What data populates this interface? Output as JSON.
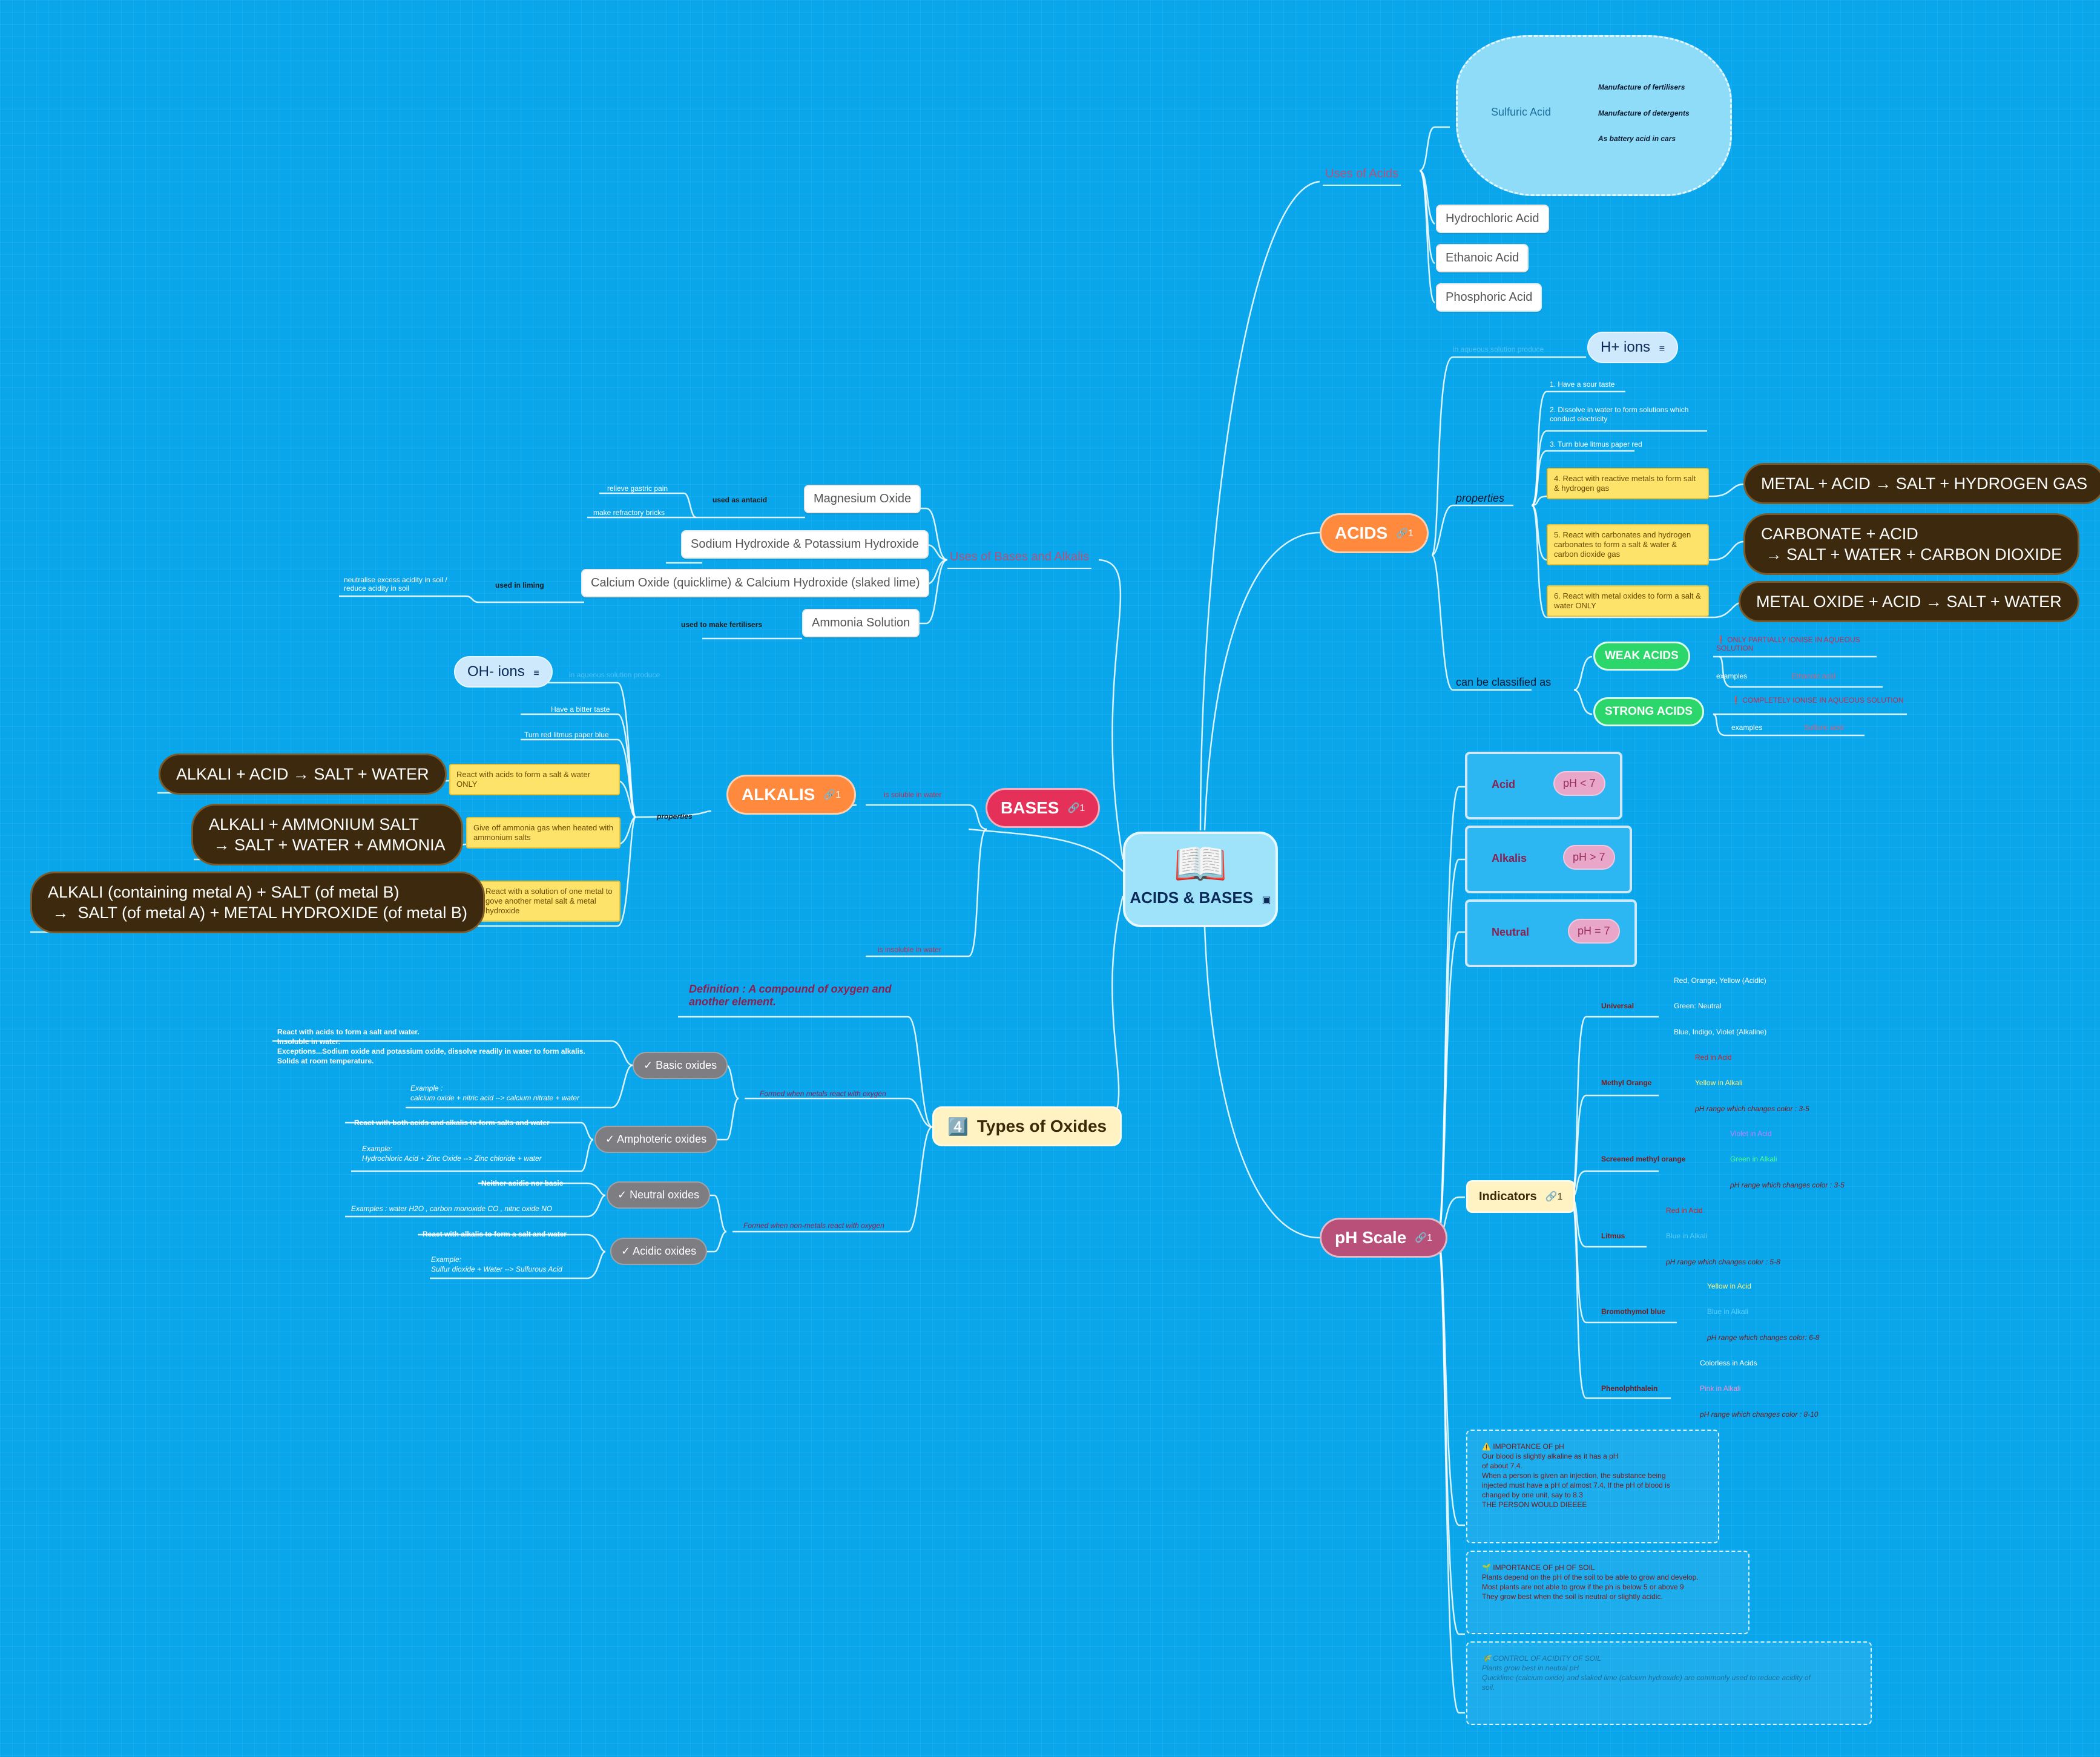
{
  "root": {
    "title": "ACIDS & BASES"
  },
  "acids": {
    "label": "ACIDS",
    "badge": "1",
    "uses": {
      "label": "Uses of Acids",
      "sulfuric": "Sulfuric Acid",
      "sulfuric_uses": [
        "Manufacture of fertilisers",
        "Manufacture of detergents",
        "As battery acid in cars"
      ],
      "others": [
        "Hydrochloric Acid",
        "Ethanoic Acid",
        "Phosphoric Acid"
      ]
    },
    "ions_hint": "in aqueous solution produce",
    "ions": "H+  ions",
    "properties_label": "properties",
    "properties": [
      "1. Have a sour taste",
      "2. Dissolve in water to form solutions which conduct electricity",
      "3. Turn blue litmus paper red",
      "4. React with reactive metals to form salt & hydrogen gas",
      "5. React with carbonates and hydrogen carbonates to form a salt & water & carbon dioxide gas",
      "6. React with metal oxides to form a salt & water ONLY"
    ],
    "equations": [
      "METAL + ACID → SALT + HYDROGEN GAS",
      "CARBONATE + ACID\n → SALT + WATER + CARBON DIOXIDE",
      "METAL OXIDE + ACID → SALT + WATER"
    ],
    "classified_label": "can be classified as",
    "weak": {
      "label": "WEAK ACIDS",
      "note": "❗ ONLY PARTIALLY IONISE IN AQUEOUS SOLUTION",
      "examples_label": "examples",
      "examples": "Ethanoic acid"
    },
    "strong": {
      "label": "STRONG ACIDS",
      "note": "❗ COMPLETELY IONISE IN AQUEOUS SOLUTION",
      "examples_label": "examples",
      "examples": "Sulfuric acid"
    }
  },
  "bases": {
    "label": "BASES",
    "badge": "1",
    "soluble_label": "is soluble in water",
    "insoluble_label": "is insoluble in water",
    "alkalis": {
      "label": "ALKALIS",
      "badge": "1",
      "ions_hint": "in aqueous solution produce",
      "ions": "OH- ions",
      "properties_label": "properties",
      "properties": [
        "Have a bitter taste",
        "Turn red litmus paper blue",
        "React with acids to form a salt & water ONLY",
        "Give off ammonia gas when heated with ammonium salts",
        "React with a solution of one metal to gove another metal salt & metal hydroxide"
      ],
      "equations": [
        "ALKALI + ACID → SALT + WATER",
        "ALKALI + AMMONIUM SALT\n → SALT + WATER + AMMONIA",
        "ALKALI (containing metal A) + SALT (of metal B)\n →  SALT (of metal A) + METAL HYDROXIDE (of metal B)"
      ]
    },
    "uses": {
      "label": "Uses of Bases and Alkalis",
      "items": [
        "Magnesium Oxide",
        "Sodium Hydroxide & Potassium Hydroxide",
        "Calcium Oxide (quicklime) & Calcium  Hydroxide (slaked lime)",
        "Ammonia Solution"
      ],
      "antacid_label": "used as antacid",
      "antacid_uses": [
        "relieve gastric pain",
        "make refractory bricks"
      ],
      "liming_label": "used in liming",
      "liming_use": "neutralise excess acidity in soil / reduce acidity in soil",
      "fertiliser_label": "used to make fertilisers"
    }
  },
  "oxides": {
    "label": "Types of Oxides",
    "label_icon": "4️⃣",
    "definition": "Definition : A compound of oxygen and another element.",
    "metal_label": "Formed when metals react with oxygen",
    "nonmetal_label": "Formed when non-metals react with oxygen",
    "types": [
      {
        "label": "Basic oxides",
        "desc": "React with acids to form a salt and water.\nInsoluble in water.\nExceptions...Sodium oxide and potassium oxide, dissolve readily in water to form alkalis.\nSolids at room temperature.",
        "example": "Example :\ncalcium oxide + nitric acid --> calcium nitrate + water"
      },
      {
        "label": "Amphoteric  oxides",
        "desc": "React with both acids and alkalis to form salts and water",
        "example": "Example:\nHydrochloric Acid + Zinc Oxide --> Zinc chloride + water"
      },
      {
        "label": "Neutral oxides",
        "desc": "Neither acidic nor basic",
        "example": "Examples : water H2O , carbon monoxide CO , nitric oxide NO"
      },
      {
        "label": "Acidic oxides",
        "desc": "React with alkalis to form a salt and water",
        "example": "Example:\nSulfur dioxide + Water --> Sulfurous Acid"
      }
    ],
    "check": "✓"
  },
  "ph": {
    "label": "pH Scale",
    "badge": "1",
    "ranges": [
      {
        "label": "Acid",
        "value": "pH < 7"
      },
      {
        "label": "Alkalis",
        "value": "pH > 7"
      },
      {
        "label": "Neutral",
        "value": "pH = 7"
      }
    ],
    "indicators_label": "Indicators",
    "indicators_badge": "1",
    "indicators": [
      {
        "name": "Universal",
        "items": [
          "Red, Orange, Yellow (Acidic)",
          "Green: Neutral",
          "Blue, Indigo, Violet (Alkaline)"
        ]
      },
      {
        "name": "Methyl Orange",
        "items": [
          "Red in Acid",
          "Yellow in Alkali",
          "pH range which changes color : 3-5"
        ]
      },
      {
        "name": "Screened methyl orange",
        "items": [
          "Violet in Acid",
          "Green in Alkali",
          "pH range which changes color : 3-5"
        ]
      },
      {
        "name": "Litmus",
        "items": [
          "Red in Acid",
          "Blue in Alkali",
          "pH range which changes color : 5-8"
        ]
      },
      {
        "name": "Bromothymol blue",
        "items": [
          "Yellow in Acid",
          "Blue in Alkali",
          "pH range which changes color: 6-8"
        ]
      },
      {
        "name": "Phenolphthalein",
        "items": [
          "Colorless in Acids",
          "Pink in Alkali",
          "pH range which changes color : 8-10"
        ]
      }
    ],
    "notes": [
      "⚠️ IMPORTANCE OF pH\nOur blood is slightly alkaline as it has a pH\nof about 7.4.\nWhen a person is given an injection, the substance being\ninjected must have a pH of almost 7.4. If the pH of blood is\nchanged by one unit, say to 8.3\nTHE PERSON WOULD DIEEEE",
      "🌱 IMPORTANCE OF pH OF SOIL\nPlants depend on the pH of the soil to be able to grow and develop.\nMost plants are not able to grow if the ph is below 5 or above 9\nThey grow best when the soil is neutral or slightly acidic.",
      "🌾 CONTROL OF ACIDITY OF SOIL\nPlants grow best in neutral pH\nQuicklime (calcium oxide) and slaked lime (calcium hydroxide) are commonly used to reduce acidity of\nsoil."
    ]
  }
}
